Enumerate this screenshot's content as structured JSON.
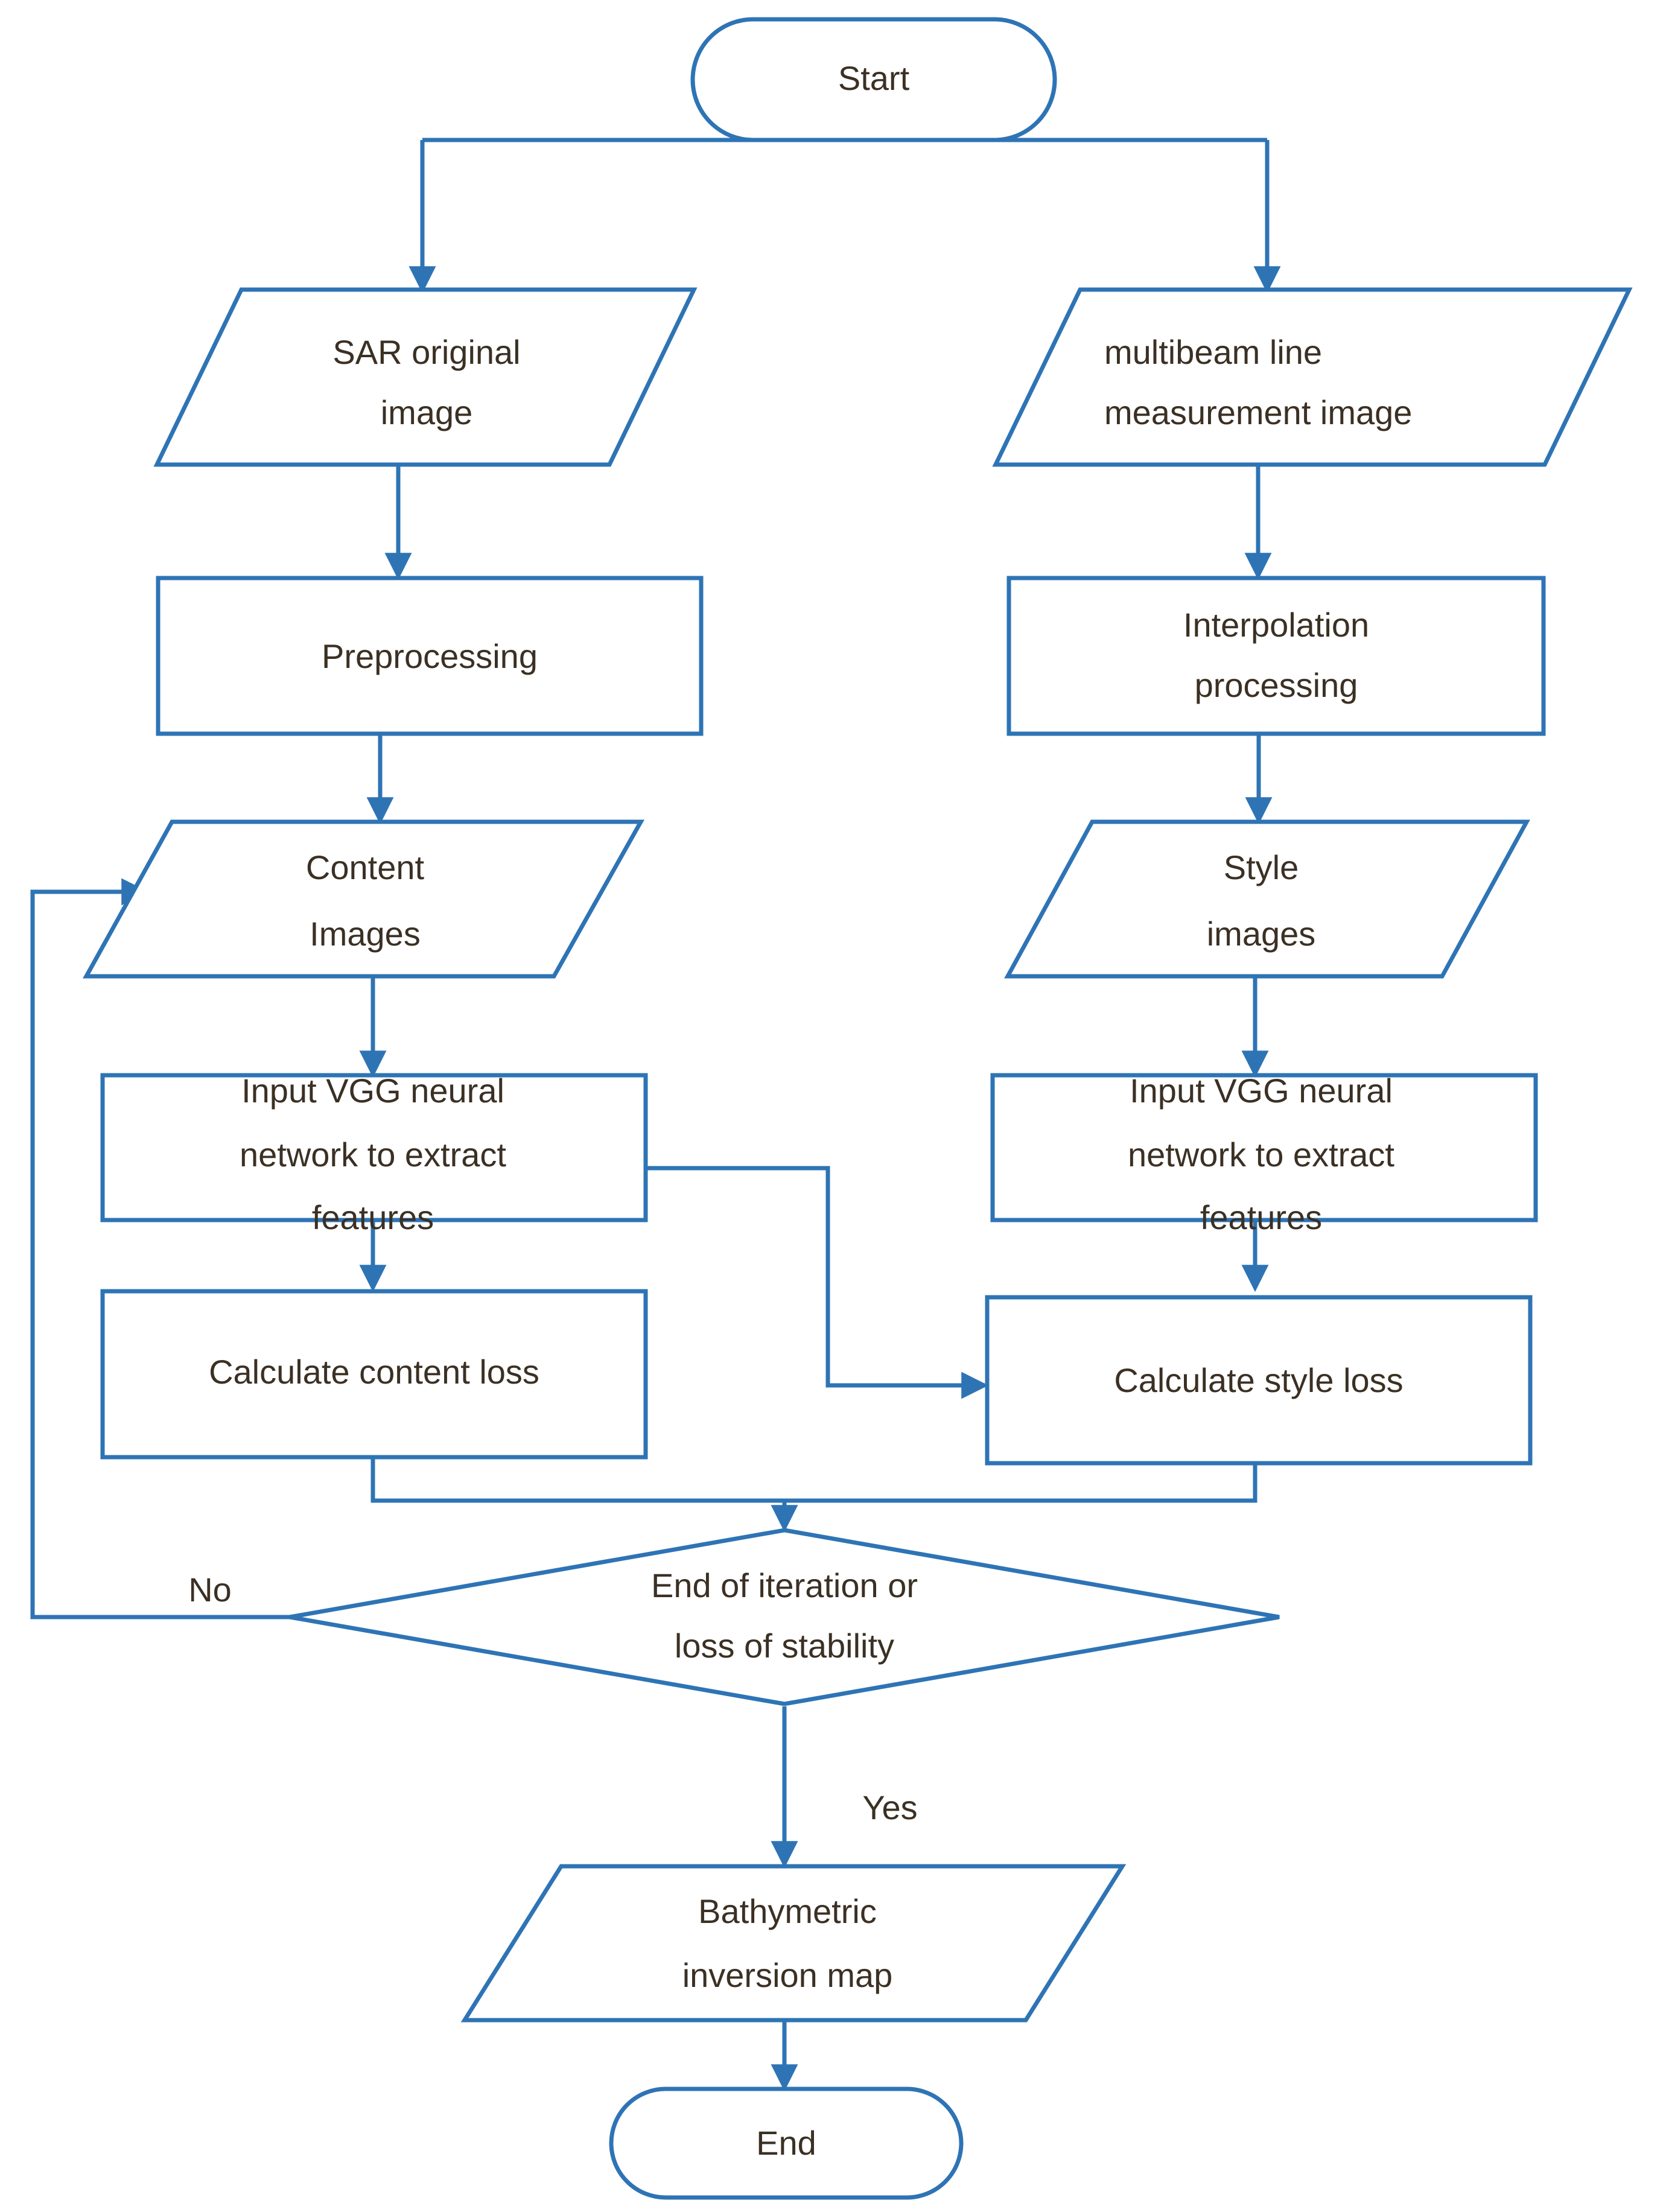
{
  "diagram": {
    "title": "SAR bathymetric inversion style-transfer flowchart",
    "colors": {
      "stroke": "#2E74B5",
      "text": "#3b3024",
      "background": "#ffffff"
    },
    "nodes": {
      "start": {
        "label": "Start",
        "shape": "terminator"
      },
      "sar_image": {
        "label_line1": "SAR original",
        "label_line2": "image",
        "shape": "parallelogram"
      },
      "multibeam_image": {
        "label_line1": "multibeam line",
        "label_line2": "measurement image",
        "shape": "parallelogram"
      },
      "preprocessing": {
        "label": "Preprocessing",
        "shape": "process"
      },
      "interpolation": {
        "label_line1": "Interpolation",
        "label_line2": "processing",
        "shape": "process"
      },
      "content_images": {
        "label_line1": "Content",
        "label_line2": "Images",
        "shape": "parallelogram"
      },
      "style_images": {
        "label_line1": "Style",
        "label_line2": "images",
        "shape": "parallelogram"
      },
      "vgg_content": {
        "label_line1": "Input VGG neural",
        "label_line2": "network to extract",
        "label_line3": "features",
        "shape": "process"
      },
      "vgg_style": {
        "label_line1": "Input VGG neural",
        "label_line2": "network to extract",
        "label_line3": "features",
        "shape": "process"
      },
      "content_loss": {
        "label": "Calculate content loss",
        "shape": "process"
      },
      "style_loss": {
        "label": "Calculate style loss",
        "shape": "process"
      },
      "decision": {
        "label_line1": "End of iteration or",
        "label_line2": "loss of stability",
        "shape": "decision"
      },
      "bathymetric_map": {
        "label_line1": "Bathymetric",
        "label_line2": "inversion map",
        "shape": "parallelogram"
      },
      "end": {
        "label": "End",
        "shape": "terminator"
      }
    },
    "edge_labels": {
      "no": "No",
      "yes": "Yes"
    }
  }
}
